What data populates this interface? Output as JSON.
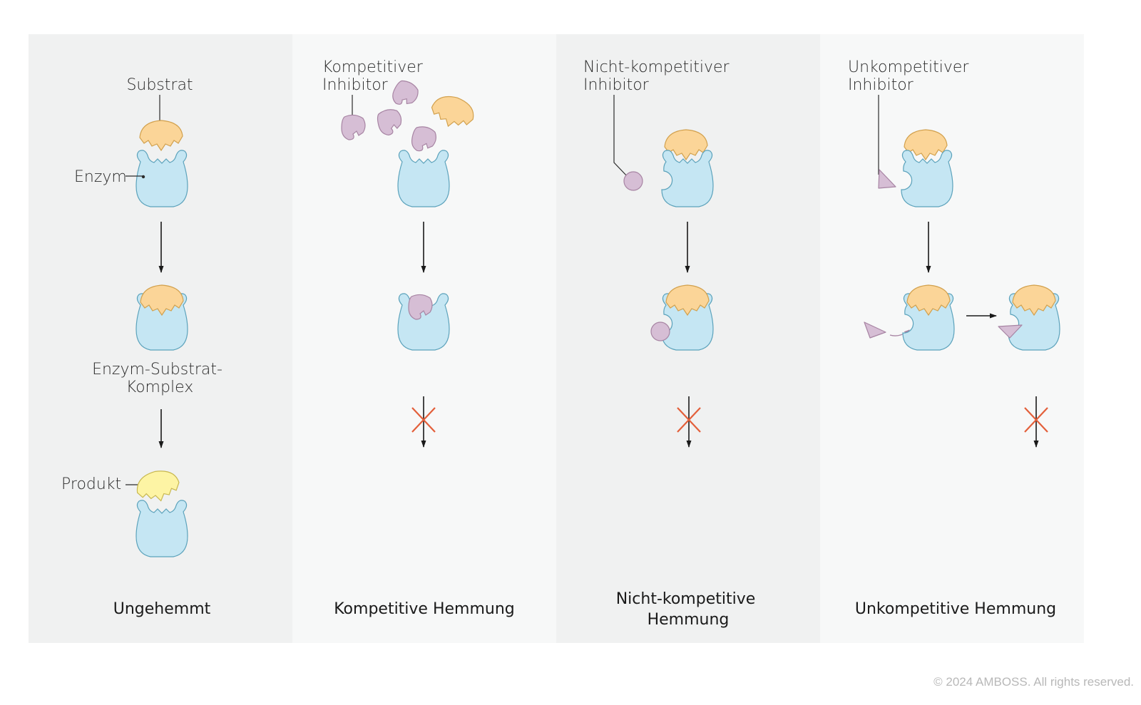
{
  "colors": {
    "panel_dark": "#f0f1f1",
    "panel_light": "#f7f8f8",
    "enzyme": "#c5e6f3",
    "substrate": "#fbd598",
    "product": "#fdf4a4",
    "inhibitor": "#d6bed5",
    "block": "#e35f3a"
  },
  "panels": [
    {
      "caption_lines": [
        "Ungehemmt"
      ],
      "labels": {
        "substrate": "Substrat",
        "enzyme": "Enzym",
        "complex_lines": [
          "Enzym-Substrat-",
          "Komplex"
        ],
        "product": "Produkt"
      }
    },
    {
      "caption_lines": [
        "Kompetitive Hemmung"
      ],
      "inhibitor_label_lines": [
        "Kompetitiver",
        "Inhibitor"
      ],
      "blocked": true
    },
    {
      "caption_lines": [
        "Nicht-kompetitive",
        "Hemmung"
      ],
      "inhibitor_label_lines": [
        "Nicht-kompetitiver",
        "Inhibitor"
      ],
      "blocked": true
    },
    {
      "caption_lines": [
        "Unkompetitive Hemmung"
      ],
      "inhibitor_label_lines": [
        "Unkompetitiver",
        "Inhibitor"
      ],
      "blocked": true
    }
  ],
  "copyright": "© 2024 AMBOSS. All rights reserved."
}
